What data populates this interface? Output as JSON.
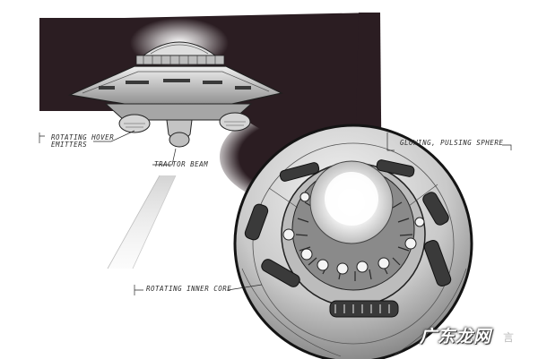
{
  "labels": {
    "hover_emitters_line1": "ROTATING HOVER",
    "hover_emitters_line2": "EMITTERS",
    "tractor_beam": "TRACTOR BEAM",
    "glowing_sphere": "GLOWING, PULSING SPHERE",
    "inner_core": "ROTATING INNER CORE"
  },
  "watermark": {
    "text": "广东龙网",
    "suffix": "言"
  },
  "colors": {
    "background_panel": "#2b1d22",
    "paper": "#ffffff",
    "ink": "#1e1e1e",
    "metal_light": "#d9d9d9",
    "metal_mid": "#9a9a9a",
    "glow": "#ffffff"
  }
}
